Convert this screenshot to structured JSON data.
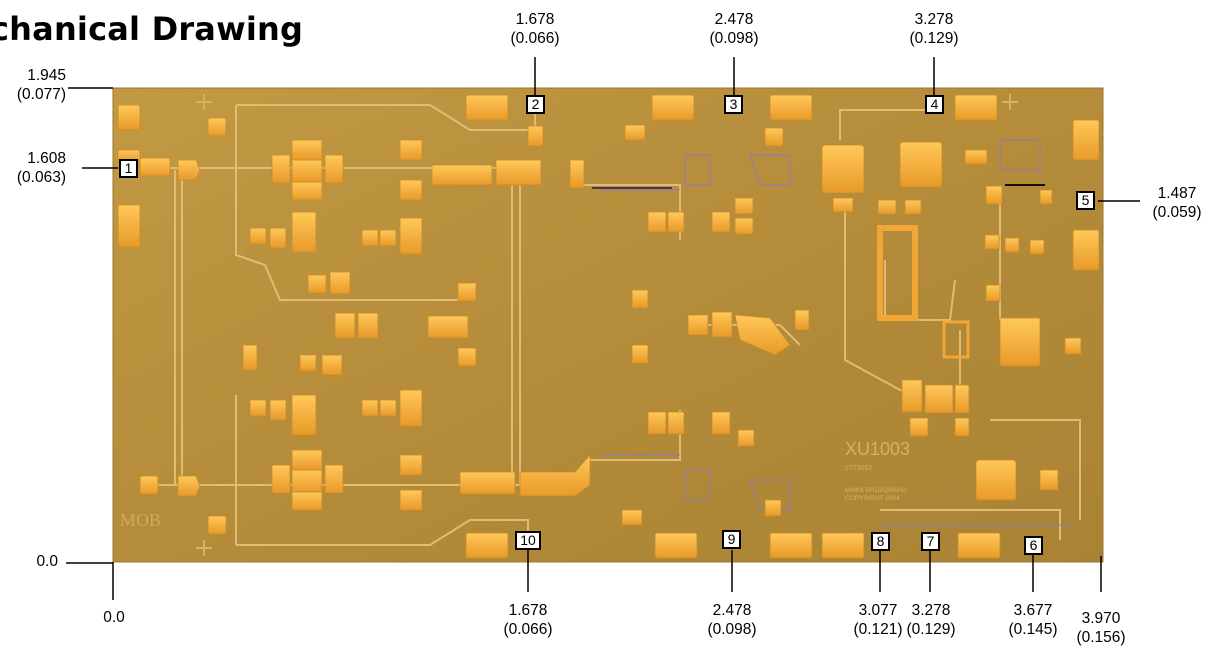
{
  "title": "chanical Drawing",
  "die_photo": {
    "die_label": "XU1003",
    "die_code": "2773052",
    "vendor_text": "MIMIX BROADBAND",
    "copyright": "COPYRIGHT 2004",
    "logo_text": "MOB"
  },
  "pads": [
    "1",
    "2",
    "3",
    "4",
    "5",
    "6",
    "7",
    "8",
    "9",
    "10"
  ],
  "dimensions": {
    "y_top": {
      "mm": "1.945",
      "in": "(0.077)"
    },
    "y_pad1": {
      "mm": "1.608",
      "in": "(0.063)"
    },
    "y_pad5": {
      "mm": "1.487",
      "in": "(0.059)"
    },
    "y_origin": "0.0",
    "x_origin": "0.0",
    "x_pad2": {
      "mm": "1.678",
      "in": "(0.066)"
    },
    "x_pad3": {
      "mm": "2.478",
      "in": "(0.098)"
    },
    "x_pad4": {
      "mm": "3.278",
      "in": "(0.129)"
    },
    "x_pad10": {
      "mm": "1.678",
      "in": "(0.066)"
    },
    "x_pad9": {
      "mm": "2.478",
      "in": "(0.098)"
    },
    "x_pad8": {
      "mm": "3.077",
      "in": "(0.121)"
    },
    "x_pad7": {
      "mm": "3.278",
      "in": "(0.129)"
    },
    "x_pad6": {
      "mm": "3.677",
      "in": "(0.145)"
    },
    "x_right": {
      "mm": "3.970",
      "in": "(0.156)"
    }
  },
  "colors": {
    "substrate": "#b8913d",
    "gold": "#f2a635",
    "gold_light": "#ffd070",
    "trace": "#d9b36a"
  }
}
